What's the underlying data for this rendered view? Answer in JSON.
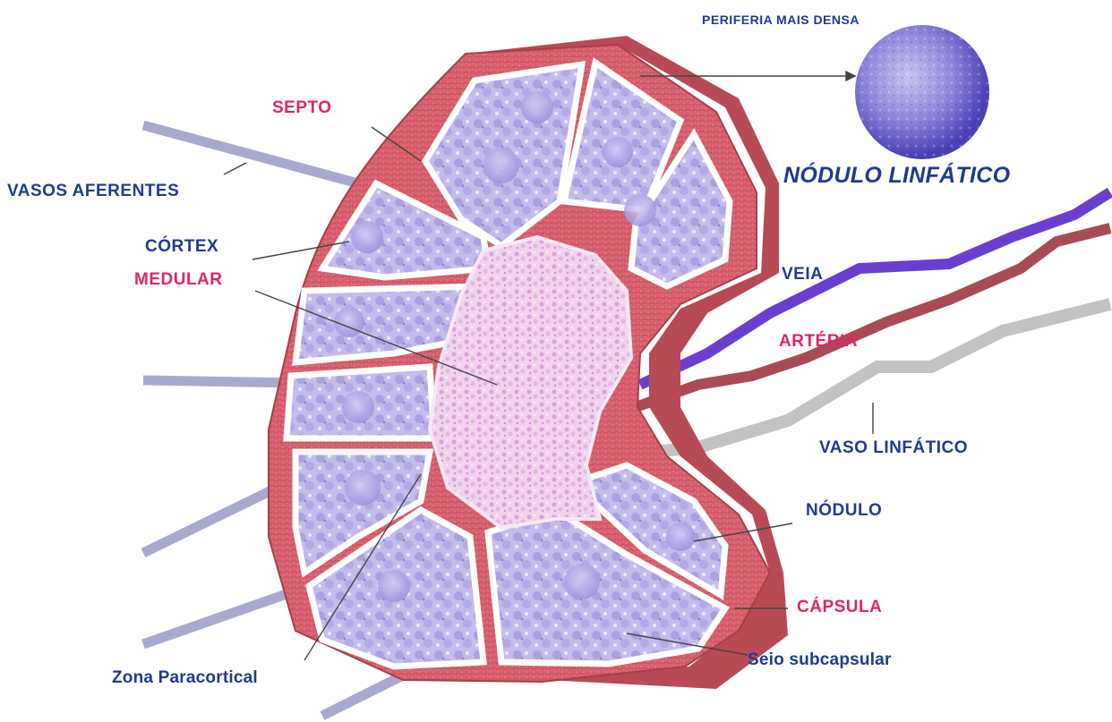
{
  "diagram": {
    "title": "NÓDULO LINFÁTICO",
    "inset_label": "PERIFERIA MAIS DENSA",
    "labels": {
      "septo": "SEPTO",
      "vasos_aferentes": "VASOS AFERENTES",
      "cortex": "CÓRTEX",
      "medular": "MEDULAR",
      "veia": "VEIA",
      "arteria": "ARTÉRIA",
      "vaso_linfatico": "VASO LINFÁTICO",
      "nodulo": "NÓDULO",
      "capsula": "CÁPSULA",
      "seio_subcapsular": "Seio subcapsular",
      "zona_paracortical": "Zona Paracortical"
    },
    "colors": {
      "label_blue": "#1f3a93",
      "label_pink": "#e0246a",
      "capsule": "#d9606e",
      "cortex": "#b7aee6",
      "medulla": "#ecc6e6",
      "vein": "#6a3fd0",
      "artery": "#a84b55",
      "lymph_vessel": "#bdbdbd",
      "afferent_vessel": "#a9a9cf"
    }
  }
}
